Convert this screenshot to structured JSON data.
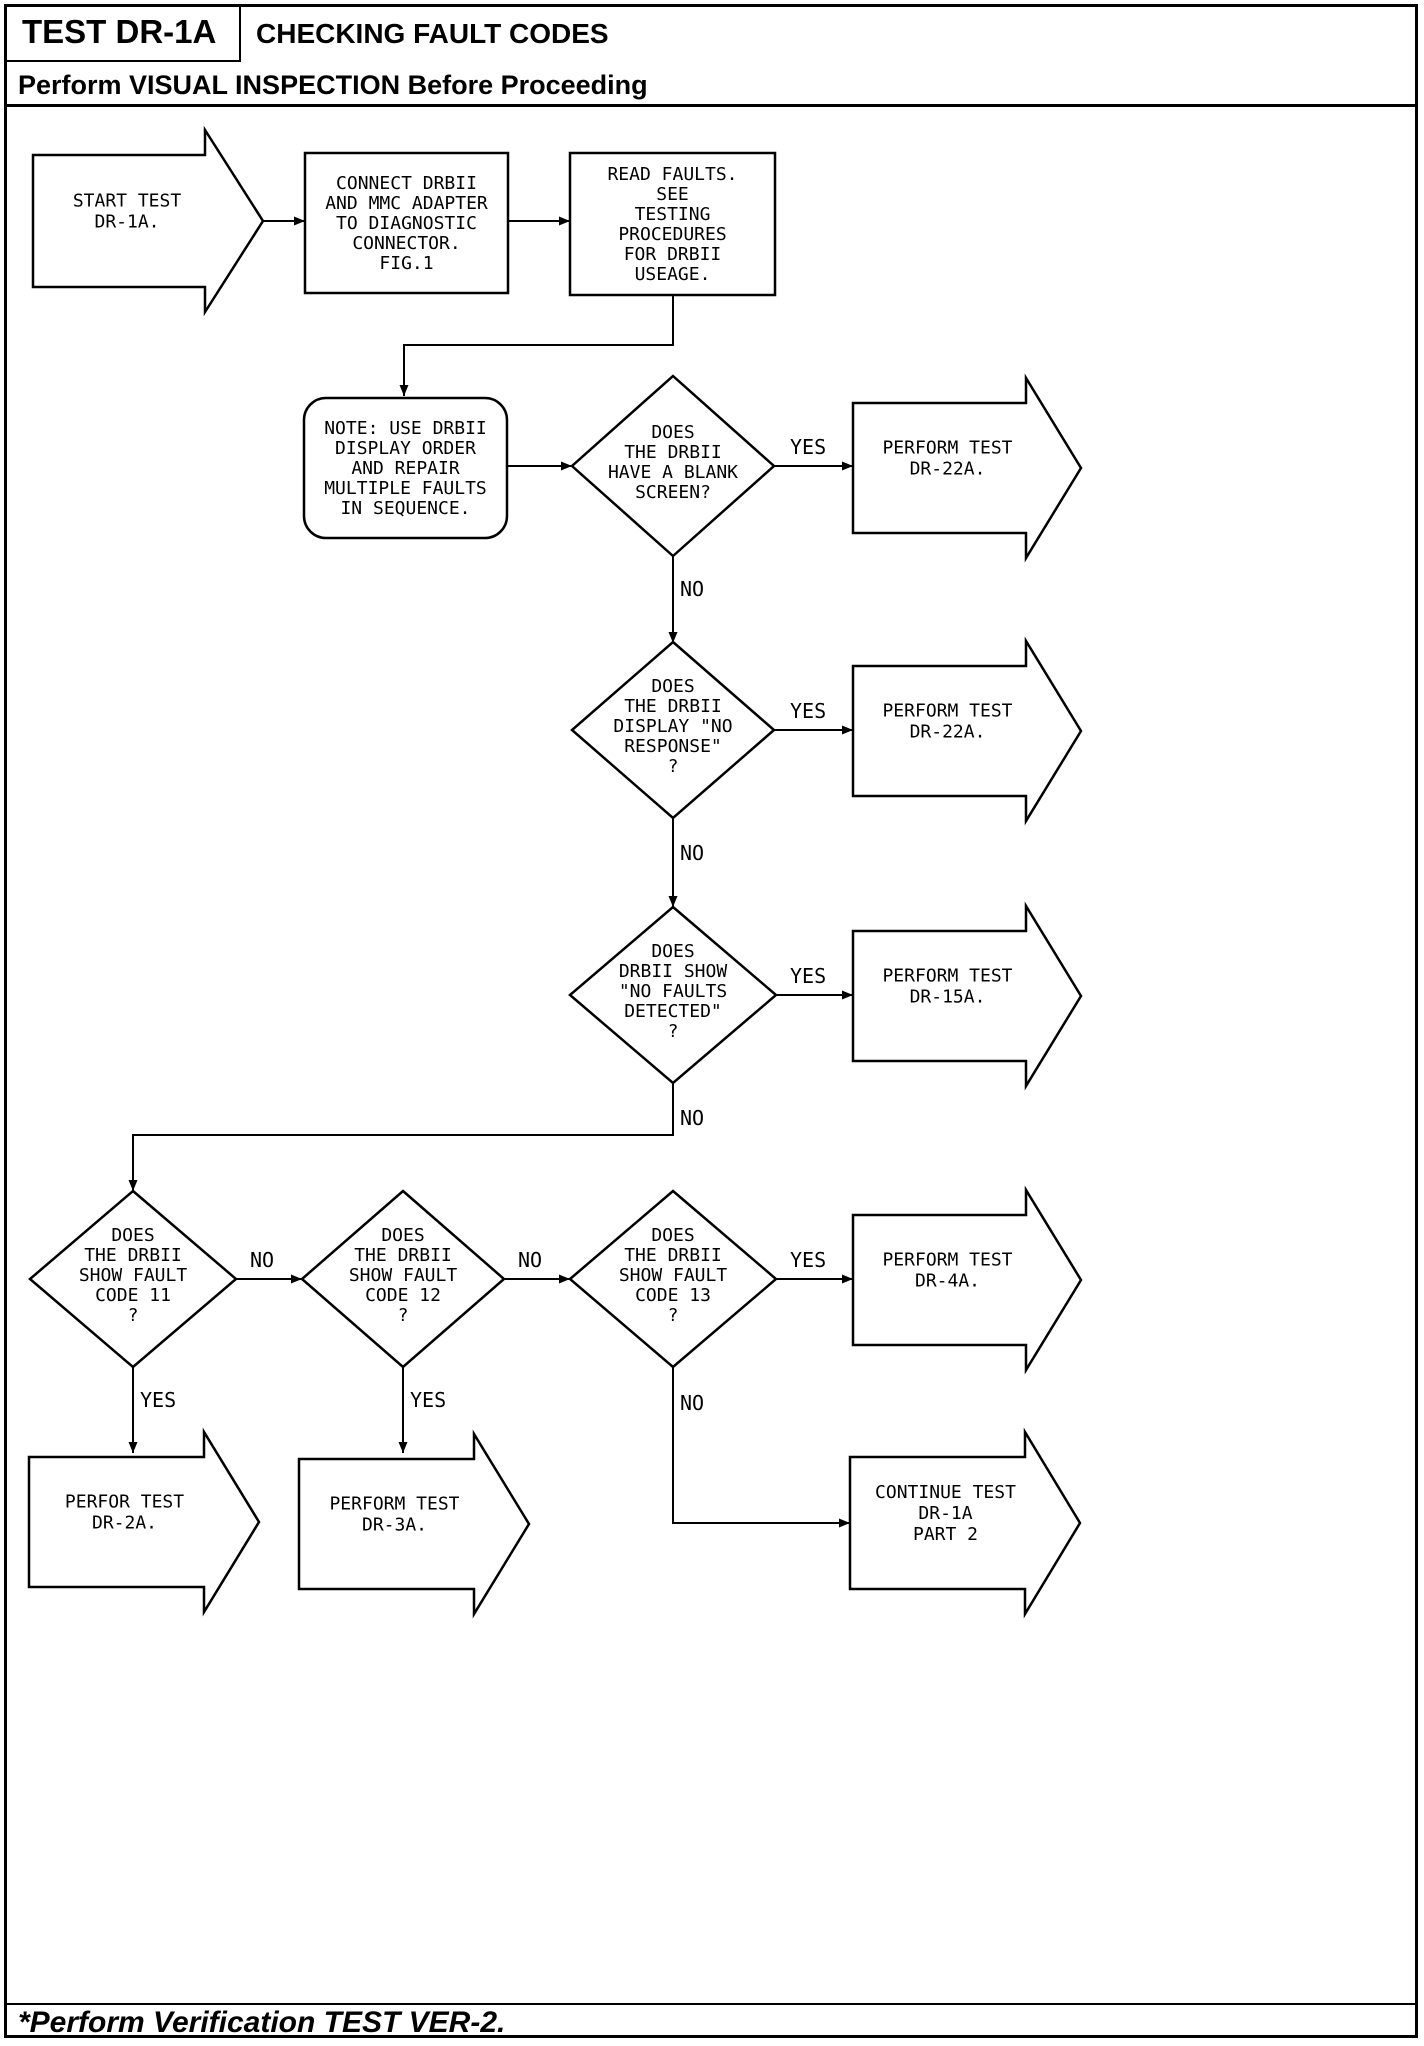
{
  "header": {
    "test_id": "TEST DR-1A",
    "title": "CHECKING FAULT CODES",
    "subtitle": "Perform VISUAL INSPECTION Before Proceeding"
  },
  "footer": "*Perform Verification TEST VER-2.",
  "flow": {
    "start": [
      "START TEST",
      "DR-1A."
    ],
    "connect": [
      "CONNECT DRBII",
      "AND MMC ADAPTER",
      "TO DIAGNOSTIC",
      "CONNECTOR.",
      "FIG.1"
    ],
    "read_faults": [
      "READ FAULTS.",
      "SEE",
      "TESTING",
      "PROCEDURES",
      "FOR DRBII",
      "USEAGE."
    ],
    "note": [
      "NOTE: USE DRBII",
      "DISPLAY ORDER",
      "AND REPAIR",
      "MULTIPLE FAULTS",
      "IN SEQUENCE."
    ],
    "q_blank": [
      "DOES",
      "THE DRBII",
      "HAVE A BLANK",
      "SCREEN?"
    ],
    "q_no_response": [
      "DOES",
      "THE DRBII",
      "DISPLAY \"NO",
      "RESPONSE\"",
      "?"
    ],
    "q_no_faults": [
      "DOES",
      "DRBII SHOW",
      "\"NO FAULTS",
      "DETECTED\"",
      "?"
    ],
    "q_code11": [
      "DOES",
      "THE DRBII",
      "SHOW FAULT",
      "CODE 11",
      "?"
    ],
    "q_code12": [
      "DOES",
      "THE DRBII",
      "SHOW FAULT",
      "CODE 12",
      "?"
    ],
    "q_code13": [
      "DOES",
      "THE DRBII",
      "SHOW FAULT",
      "CODE 13",
      "?"
    ],
    "r_22a_1": [
      "PERFORM TEST",
      "DR-22A."
    ],
    "r_22a_2": [
      "PERFORM TEST",
      "DR-22A."
    ],
    "r_15a": [
      "PERFORM TEST",
      "DR-15A."
    ],
    "r_4a": [
      "PERFORM TEST",
      "DR-4A."
    ],
    "r_2a": [
      "PERFOR TEST",
      "DR-2A."
    ],
    "r_3a": [
      "PERFORM TEST",
      "DR-3A."
    ],
    "r_continue": [
      "CONTINUE TEST",
      "DR-1A",
      "PART 2"
    ],
    "yes": "YES",
    "no": "NO"
  }
}
